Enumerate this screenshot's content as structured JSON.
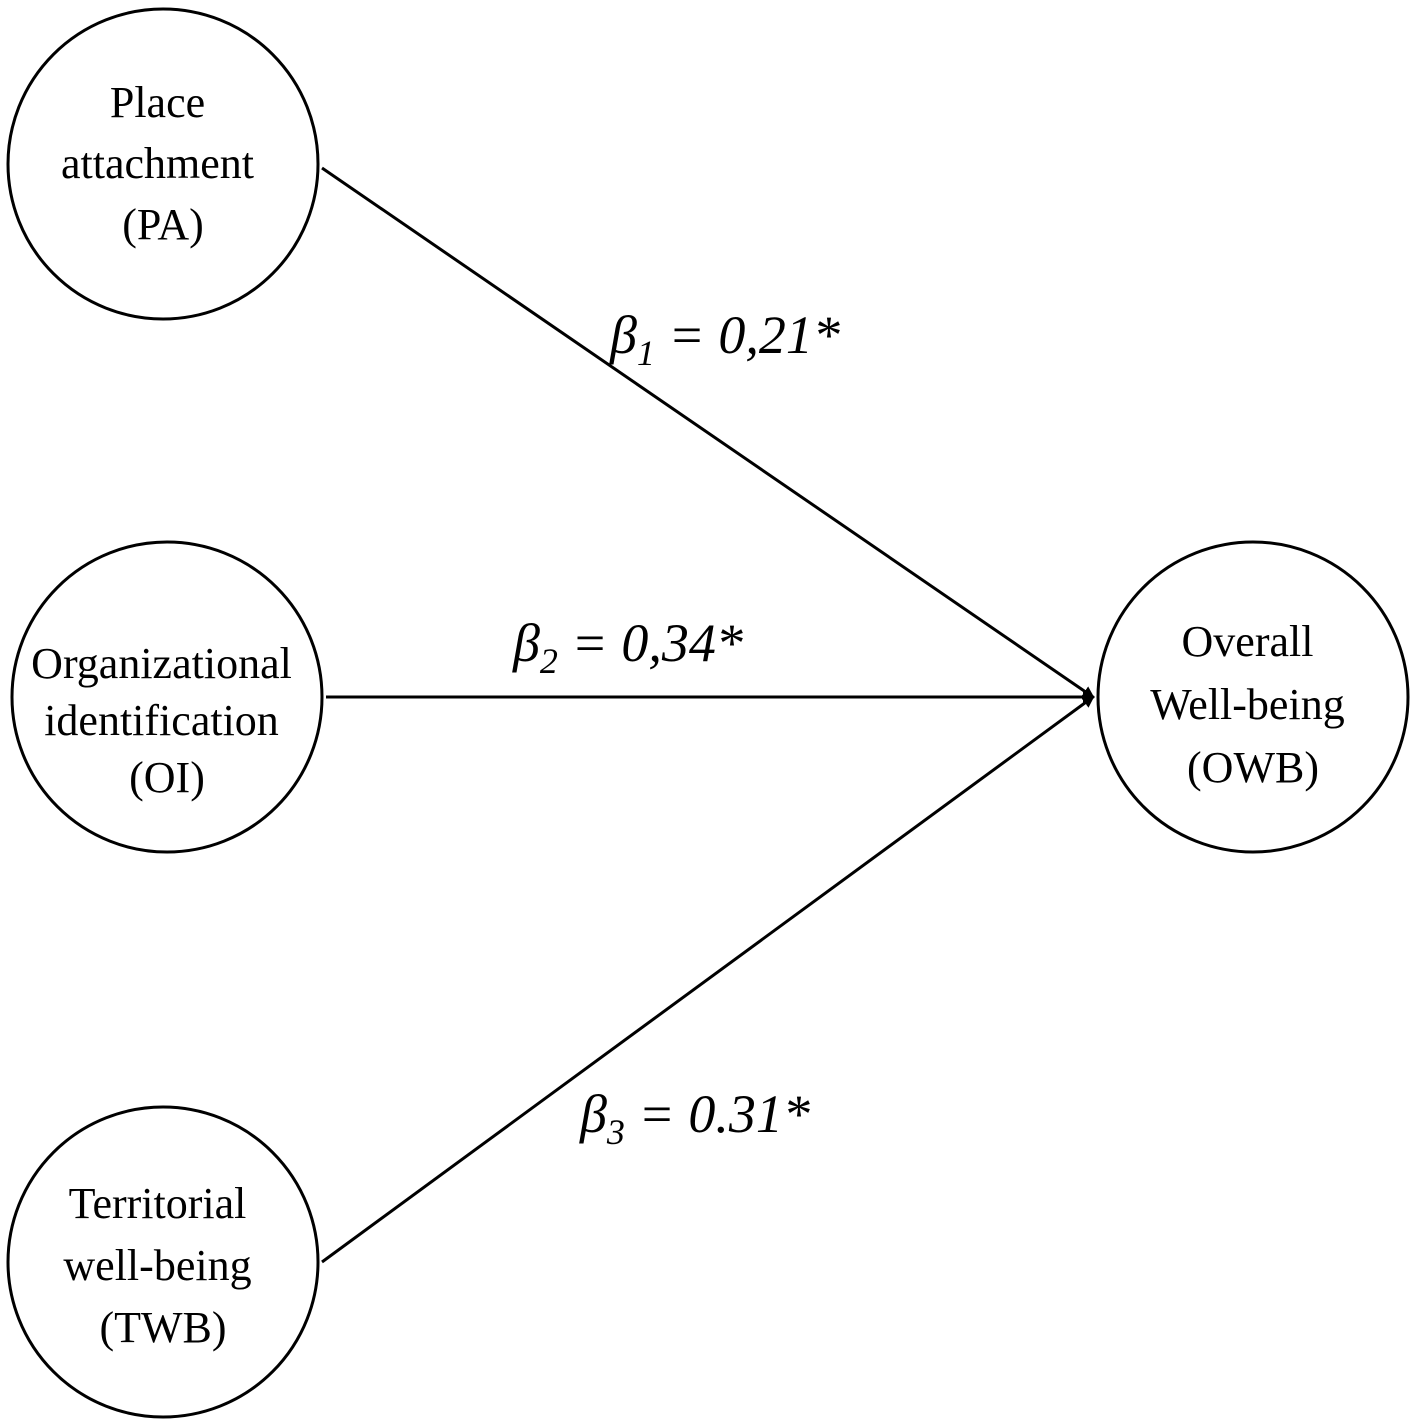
{
  "nodes": {
    "pa": {
      "lines": [
        "Place",
        "attachment",
        "(PA)"
      ]
    },
    "oi": {
      "lines": [
        "Organizational",
        "identification",
        "(OI)"
      ]
    },
    "twb": {
      "lines": [
        "Territorial",
        "well-being",
        "(TWB)"
      ]
    },
    "owb": {
      "lines": [
        "Overall",
        "Well-being",
        "(OWB)"
      ]
    }
  },
  "edges": {
    "pa_owb": {
      "symbol": "β",
      "subscript": "1",
      "value": " = 0,21*"
    },
    "oi_owb": {
      "symbol": "β",
      "subscript": "2",
      "value": " = 0,34*"
    },
    "twb_owb": {
      "symbol": "β",
      "subscript": "3",
      "value": " = 0.31*"
    }
  }
}
